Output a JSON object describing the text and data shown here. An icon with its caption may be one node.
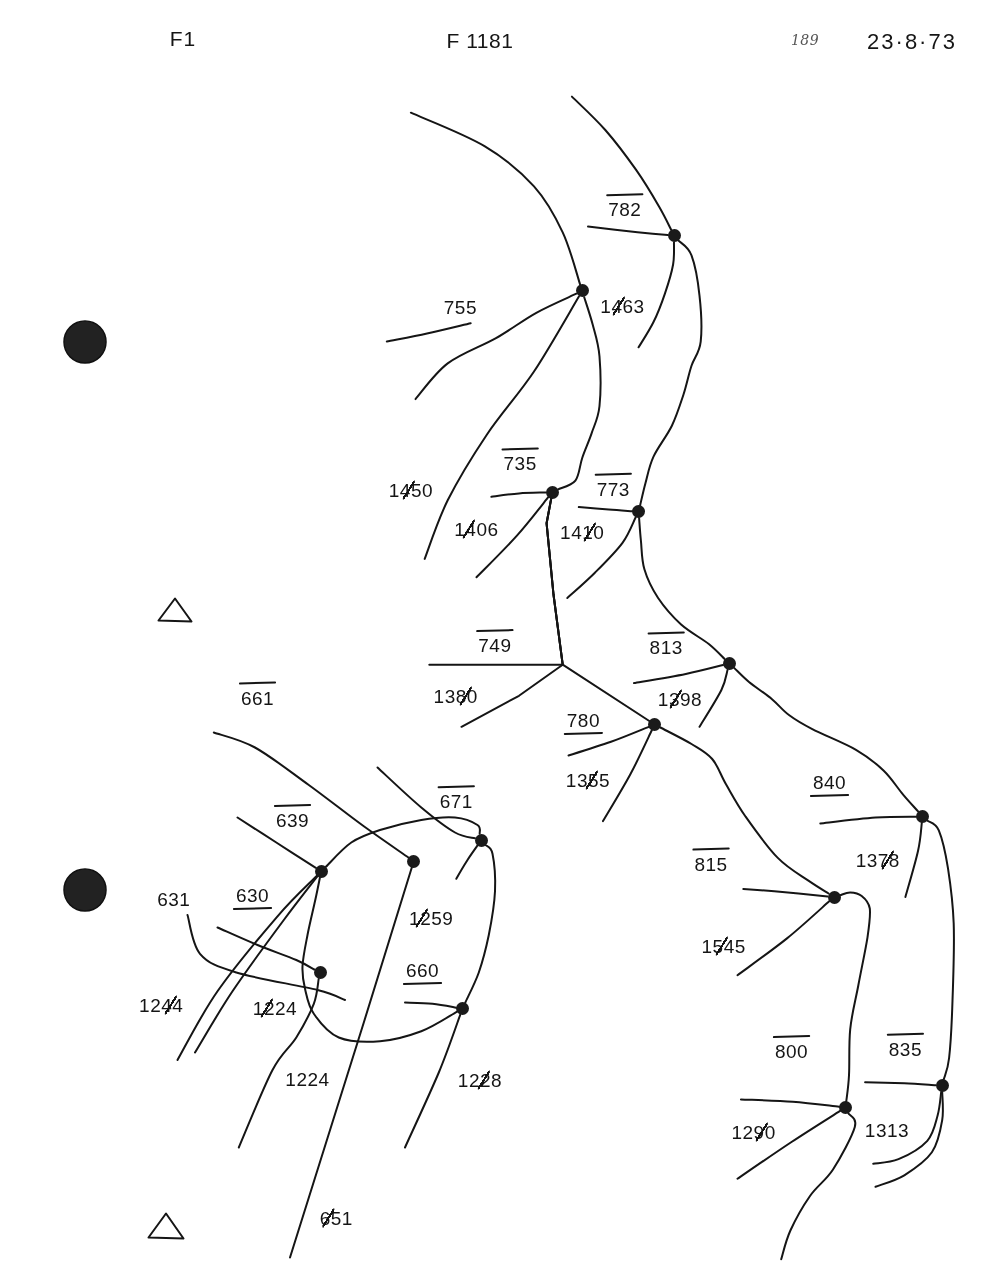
{
  "diagram": {
    "nodes": [
      {
        "text": [],
        "shape": "circle"
      },
      {
        "text": [],
        "shape": "circle"
      },
      {
        "text": [],
        "shape": "circle"
      },
      {
        "text": [],
        "shape": "circle"
      },
      {
        "text": [],
        "shape": "circle"
      },
      {
        "text": [],
        "shape": "circle"
      },
      {
        "text": [],
        "shape": "circle"
      },
      {
        "text": [],
        "shape": "circle"
      },
      {
        "text": [],
        "shape": "circle"
      },
      {
        "text": [],
        "shape": "circle"
      },
      {
        "text": [],
        "shape": "circle"
      },
      {
        "text": [],
        "shape": "circle"
      },
      {
        "text": [],
        "shape": "circle"
      },
      {
        "text": [],
        "shape": "circle"
      },
      {
        "text": [],
        "shape": "circle"
      }
    ],
    "edges": [
      {
        "from": null,
        "to": 0,
        "arrow": "none"
      },
      {
        "from": 0,
        "to": 3,
        "arrow": "none"
      },
      {
        "from": 0,
        "to": null,
        "arrow": "none"
      },
      {
        "from": 0,
        "to": null,
        "arrow": "none"
      },
      {
        "from": null,
        "to": 1,
        "arrow": "none"
      },
      {
        "from": 1,
        "to": 2,
        "arrow": "none"
      },
      {
        "from": 1,
        "to": null,
        "arrow": "none"
      },
      {
        "from": 1,
        "to": null,
        "arrow": "none"
      },
      {
        "from": 2,
        "to": null,
        "arrow": "none"
      },
      {
        "from": 2,
        "to": null,
        "arrow": "none"
      },
      {
        "from": 2,
        "to": null,
        "arrow": "none"
      },
      {
        "from": 2,
        "to": null,
        "arrow": "none"
      },
      {
        "from": 2,
        "to": 5,
        "arrow": "none"
      },
      {
        "from": 3,
        "to": null,
        "arrow": "none"
      },
      {
        "from": 3,
        "to": null,
        "arrow": "none"
      },
      {
        "from": 3,
        "to": 4,
        "arrow": "none"
      },
      {
        "from": 4,
        "to": null,
        "arrow": "none"
      },
      {
        "from": 4,
        "to": null,
        "arrow": "none"
      },
      {
        "from": 4,
        "to": 6,
        "arrow": "none"
      },
      {
        "from": 5,
        "to": null,
        "arrow": "none"
      },
      {
        "from": 5,
        "to": null,
        "arrow": "none"
      },
      {
        "from": 5,
        "to": 8,
        "arrow": "none"
      },
      {
        "from": 6,
        "to": null,
        "arrow": "none"
      },
      {
        "from": 6,
        "to": null,
        "arrow": "none"
      },
      {
        "from": 6,
        "to": 13,
        "arrow": "none"
      },
      {
        "from": 8,
        "to": null,
        "arrow": "none"
      },
      {
        "from": 8,
        "to": null,
        "arrow": "none"
      },
      {
        "from": 8,
        "to": 14,
        "arrow": "none"
      },
      {
        "from": 14,
        "to": null,
        "arrow": "none"
      },
      {
        "from": 14,
        "to": null,
        "arrow": "none"
      },
      {
        "from": 14,
        "to": null,
        "arrow": "none"
      },
      {
        "from": 13,
        "to": null,
        "arrow": "none"
      },
      {
        "from": 13,
        "to": null,
        "arrow": "none"
      },
      {
        "from": 13,
        "to": null,
        "arrow": "none"
      },
      {
        "from": null,
        "to": 7,
        "arrow": "none"
      },
      {
        "from": 10,
        "to": 7,
        "arrow": "none"
      },
      {
        "from": 7,
        "to": 12,
        "arrow": "none"
      },
      {
        "from": 12,
        "to": 10,
        "arrow": "none"
      },
      {
        "from": 10,
        "to": null,
        "arrow": "none"
      },
      {
        "from": 10,
        "to": null,
        "arrow": "none"
      },
      {
        "from": 10,
        "to": null,
        "arrow": "none"
      },
      {
        "from": null,
        "to": 11,
        "arrow": "none"
      },
      {
        "from": 11,
        "to": null,
        "arrow": "none"
      },
      {
        "from": null,
        "to": 9,
        "arrow": "none"
      },
      {
        "from": 9,
        "to": null,
        "arrow": "none"
      },
      {
        "from": 7,
        "to": null,
        "arrow": "none"
      },
      {
        "from": null,
        "to": 12,
        "arrow": "none"
      },
      {
        "from": 12,
        "to": null,
        "arrow": "none"
      }
    ],
    "labels": [
      "F1",
      "F 1181",
      "189",
      "23·8·73",
      "782",
      "755",
      "1463",
      "735",
      "1450",
      "773",
      "1406",
      "1410",
      "749",
      "813",
      "661",
      "1380",
      "1398",
      "780",
      "1355",
      "840",
      "671",
      "639",
      "815",
      "1378",
      "631",
      "630",
      "1259",
      "1545",
      "660",
      "1244",
      "1224",
      "800",
      "835",
      "1224",
      "1228",
      "1290",
      "1313",
      "651"
    ]
  }
}
